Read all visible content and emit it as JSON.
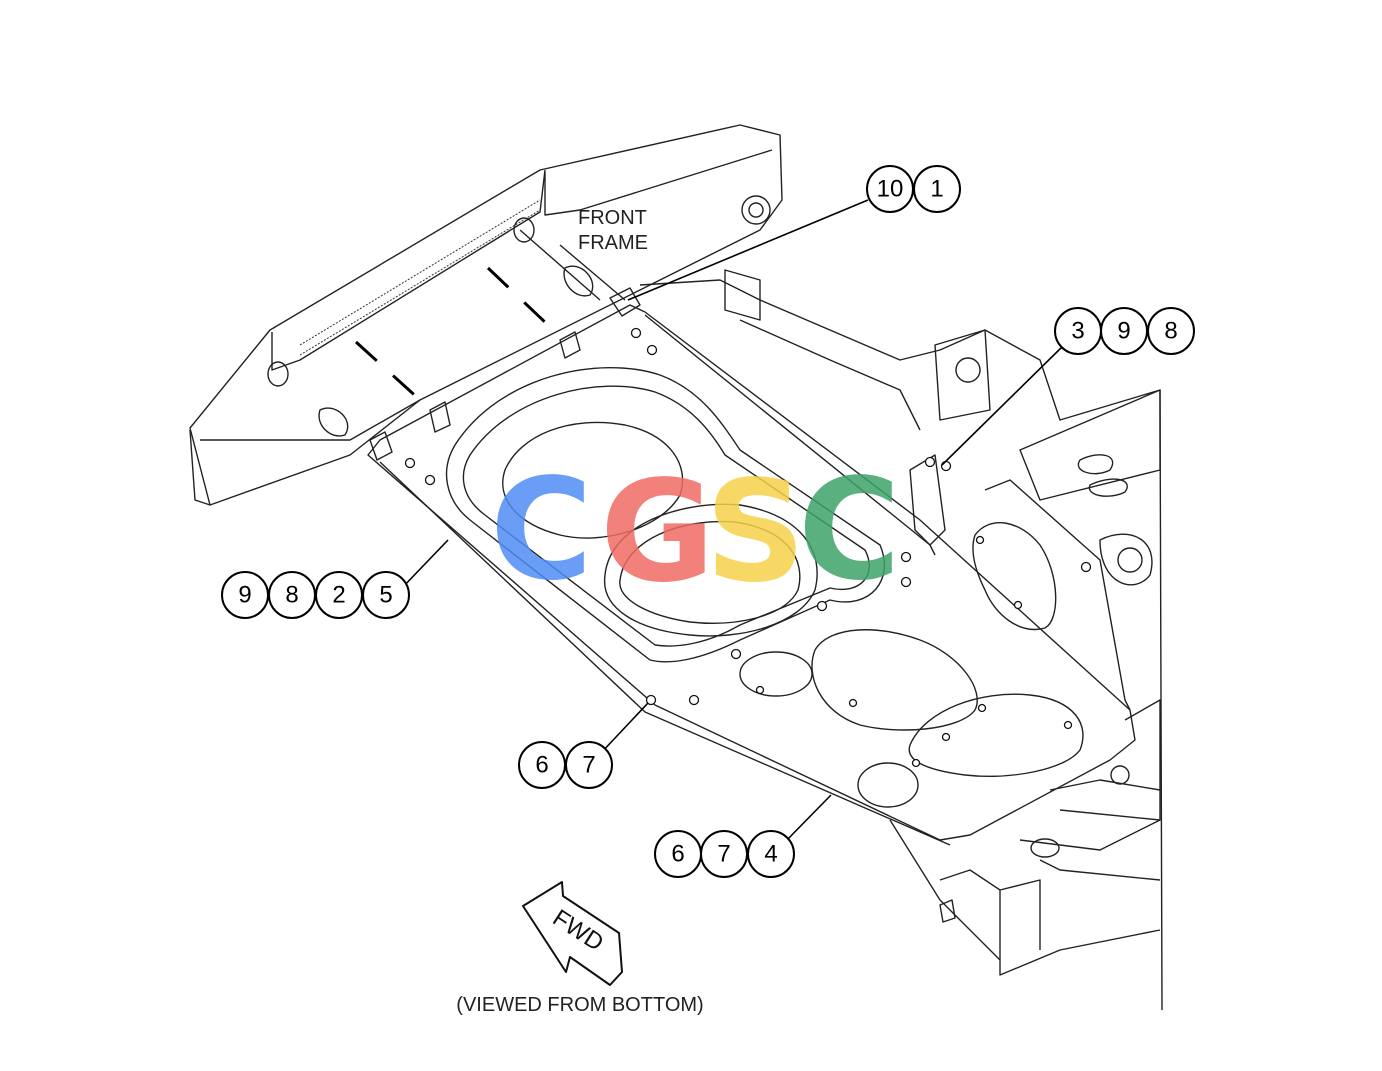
{
  "labels": {
    "front_frame_line1": "FRONT",
    "front_frame_line2": "FRAME",
    "fwd": "FWD",
    "view_note": "(VIEWED FROM BOTTOM)"
  },
  "callout_groups": [
    {
      "id": "top-right-1",
      "numbers": [
        "10",
        "1"
      ]
    },
    {
      "id": "right-1",
      "numbers": [
        "3",
        "9",
        "8"
      ]
    },
    {
      "id": "left-1",
      "numbers": [
        "9",
        "8",
        "2",
        "5"
      ]
    },
    {
      "id": "bottom-1",
      "numbers": [
        "6",
        "7"
      ]
    },
    {
      "id": "bottom-2",
      "numbers": [
        "6",
        "7",
        "4"
      ]
    }
  ],
  "watermark": {
    "letters": [
      "C",
      "G",
      "S",
      "C"
    ],
    "colors": [
      "#4f8df5",
      "#f06b64",
      "#f7d24a",
      "#3fa36b"
    ]
  },
  "icons": [
    "fwd-arrow-icon"
  ]
}
